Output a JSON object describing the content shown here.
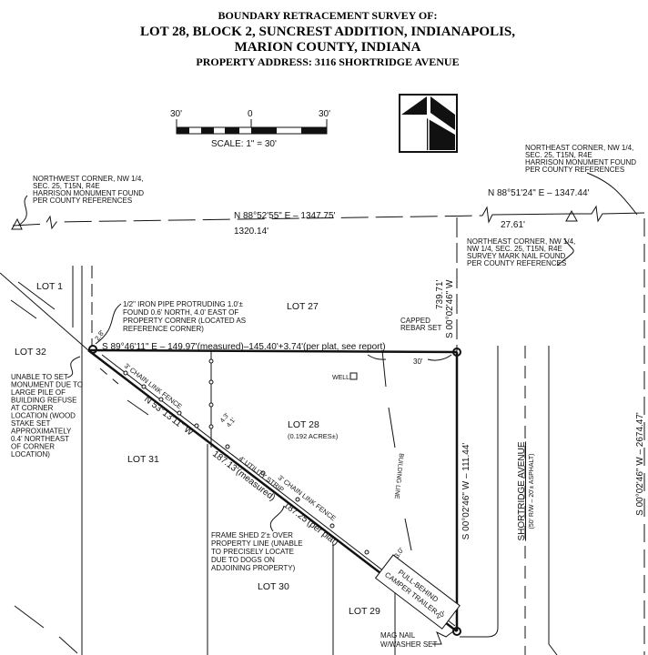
{
  "title": {
    "line1": "BOUNDARY RETRACEMENT SURVEY OF:",
    "line2": "LOT 28, BLOCK 2, SUNCREST ADDITION, INDIANAPOLIS,",
    "line3": "MARION COUNTY, INDIANA",
    "line4": "PROPERTY ADDRESS: 3116 SHORTRIDGE AVENUE"
  },
  "scale": {
    "left": "30'",
    "center": "0",
    "right": "30'",
    "label": "SCALE:  1\"  =  30'"
  },
  "north_arrow": {
    "icon": "north-arrow-icon"
  },
  "notes": {
    "nw_corner": [
      "NORTHWEST CORNER, NW 1/4,",
      "SEC. 25, T15N, R4E",
      "HARRISON MONUMENT FOUND",
      "PER COUNTY REFERENCES"
    ],
    "ne_corner": [
      "NORTHEAST CORNER, NW 1/4,",
      "SEC. 25, T15N, R4E",
      "HARRISON MONUMENT FOUND",
      "PER COUNTY REFERENCES"
    ],
    "ne_corner_nw": [
      "NORTHEAST CORNER, NW 1/4,",
      "NW 1/4, SEC. 25, T15N, R4E",
      "SURVEY MARK NAIL FOUND",
      "PER COUNTY REFERENCES"
    ],
    "iron_pipe": [
      "1/2\" IRON PIPE PROTRUDING 1.0'±",
      "FOUND 0.6' NORTH, 4.0' EAST OF",
      "PROPERTY CORNER (LOCATED AS",
      "REFERENCE CORNER)"
    ],
    "capped_rebar": [
      "CAPPED",
      "REBAR SET"
    ],
    "unable": [
      "UNABLE TO SET",
      "MONUMENT DUE TO",
      "LARGE PILE OF",
      "BUILDING REFUSE",
      "AT CORNER",
      "LOCATION (WOOD",
      "STAKE SET",
      "APPROXIMATELY",
      "0.4' NORTHEAST",
      "OF CORNER",
      "LOCATION)"
    ],
    "frame_shed": [
      "FRAME SHED 2'± OVER",
      "PROPERTY LINE (UNABLE",
      "TO PRECISELY LOCATE",
      "DUE TO DOGS ON",
      "ADJOINING PROPERTY)"
    ],
    "mag_nail": [
      "MAG NAIL",
      "W/WASHER SET"
    ],
    "well": "WELL",
    "building_line": "BUILDING LINE",
    "camper": [
      "PULL-BEHIND",
      "CAMPER TRAILER"
    ],
    "fence1": "3' CHAIN LINK FENCE",
    "fence2": "3' CHAIN LINK FENCE",
    "utility": "4' UTILITY STRIP"
  },
  "bearings": {
    "north_line_w": "N 88°52'55\" E – 1347.75'",
    "north_line_w_dist": "1320.14'",
    "north_line_e": "N 88°51'24\" E – 1347.44'",
    "north_line_e_dist": "27.61'",
    "tie_dist": "739.71'",
    "tie_bearing": "S 00°02'46\" W",
    "north_lot": "S 89°46'11\" E – 149.97'(measured)–145.40'+3.74'(per plat, see report)",
    "ref_tie": "2.8'",
    "diag_bearing": "N 53°13'11\" W",
    "diag_measured": "187.13'(measured)",
    "diag_plat": "187.25'(per plat)",
    "east_lot": "S 00°02'46\" W – 111.44'",
    "section_line": "S 00°02'46\" W – 2674.47'",
    "setback_n": "30'",
    "setback_s": "20'",
    "fence_off1": "4.3'",
    "fence_off2": "4.1'",
    "trailer_off": "3.0'"
  },
  "lots": {
    "lot1": "LOT 1",
    "lot27": "LOT 27",
    "lot32": "LOT 32",
    "lot28": "LOT 28",
    "lot28_area": "(0.192 ACRES±)",
    "lot31": "LOT 31",
    "lot30": "LOT 30",
    "lot29": "LOT 29"
  },
  "street": {
    "name": "SHORTRIDGE AVENUE",
    "detail": "(50' R/W – 20'± ASPHALT)"
  }
}
